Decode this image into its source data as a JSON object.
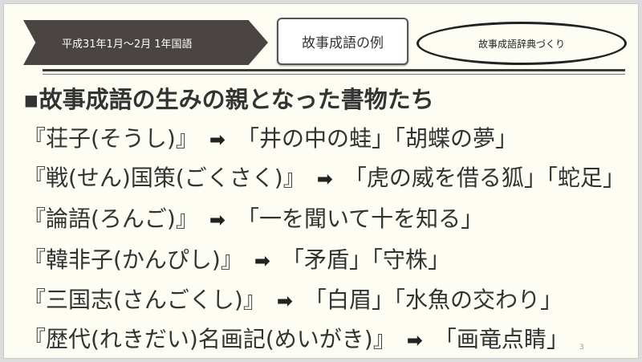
{
  "header": {
    "chevron_label": "平成31年1月〜2月  1年国語",
    "box_label": "故事成語の例",
    "oval_label": "故事成語辞典づくり"
  },
  "heading": "▪故事成語の生みの親となった書物たち",
  "arrow_icon": "➡",
  "rows": [
    {
      "source": "『荘子(そうし)』",
      "examples": "「井の中の蛙」「胡蝶の夢」"
    },
    {
      "source": "『戦(せん)国策(ごくさく)』",
      "examples": "「虎の威を借る狐」「蛇足」"
    },
    {
      "source": "『論語(ろんご)』",
      "examples": "「一を聞いて十を知る」"
    },
    {
      "source": "『韓非子(かんぴし)』",
      "examples": "「矛盾」「守株」"
    },
    {
      "source": "『三国志(さんごくし)』",
      "examples": "「白眉」「水魚の交わり」"
    },
    {
      "source": "『歴代(れきだい)名画記(めいがき)』",
      "examples": "「画竜点睛」"
    }
  ],
  "page_number": "3"
}
